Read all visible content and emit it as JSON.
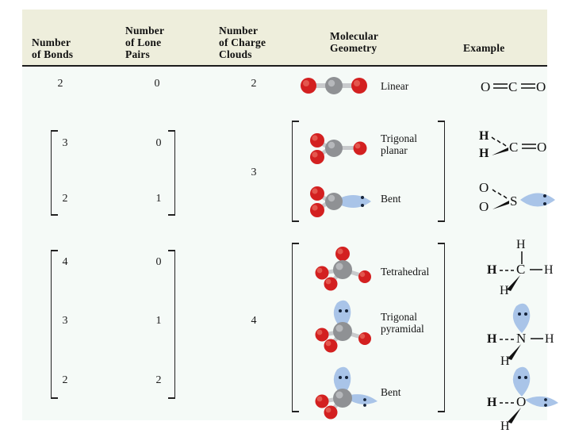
{
  "table": {
    "headers": [
      {
        "id": "bonds",
        "lines": [
          "Number",
          "of Bonds"
        ]
      },
      {
        "id": "lone_pairs",
        "lines": [
          "Number",
          "of Lone",
          "Pairs"
        ]
      },
      {
        "id": "charge_clouds",
        "lines": [
          "Number",
          "of Charge",
          "Clouds"
        ]
      },
      {
        "id": "geometry",
        "lines": [
          "Molecular",
          "Geometry"
        ]
      },
      {
        "id": "example",
        "lines": [
          "Example"
        ]
      }
    ],
    "groups": [
      {
        "charge_clouds": "2",
        "rows": [
          {
            "bonds": "2",
            "lone_pairs": "0",
            "geometry": [
              "Linear"
            ],
            "example": "O=C=O",
            "example_name": "carbon-dioxide"
          }
        ]
      },
      {
        "charge_clouds": "3",
        "rows": [
          {
            "bonds": "3",
            "lone_pairs": "0",
            "geometry": [
              "Trigonal",
              "planar"
            ],
            "example": "H2C=O",
            "example_name": "formaldehyde"
          },
          {
            "bonds": "2",
            "lone_pairs": "1",
            "geometry": [
              "Bent"
            ],
            "example": "O2S",
            "example_name": "sulfur-dioxide"
          }
        ]
      },
      {
        "charge_clouds": "4",
        "rows": [
          {
            "bonds": "4",
            "lone_pairs": "0",
            "geometry": [
              "Tetrahedral"
            ],
            "example": "CH4",
            "example_name": "methane"
          },
          {
            "bonds": "3",
            "lone_pairs": "1",
            "geometry": [
              "Trigonal",
              "pyramidal"
            ],
            "example": "NH3",
            "example_name": "ammonia"
          },
          {
            "bonds": "2",
            "lone_pairs": "2",
            "geometry": [
              "Bent"
            ],
            "example": "H2O",
            "example_name": "water"
          }
        ]
      }
    ],
    "atom_labels": {
      "H": "H",
      "C": "C",
      "N": "N",
      "O": "O",
      "S": "S",
      "double_bond": "="
    },
    "colors": {
      "header_background": "#eeeedc",
      "body_background": "#f5faf7",
      "rule": "#1c1c1c",
      "atom_red": "#d32020",
      "atom_gray": "#8f9194",
      "lone_pair_blue": "#a9c4e8",
      "bond_stick": "#c8cacc",
      "text": "#111111"
    }
  }
}
